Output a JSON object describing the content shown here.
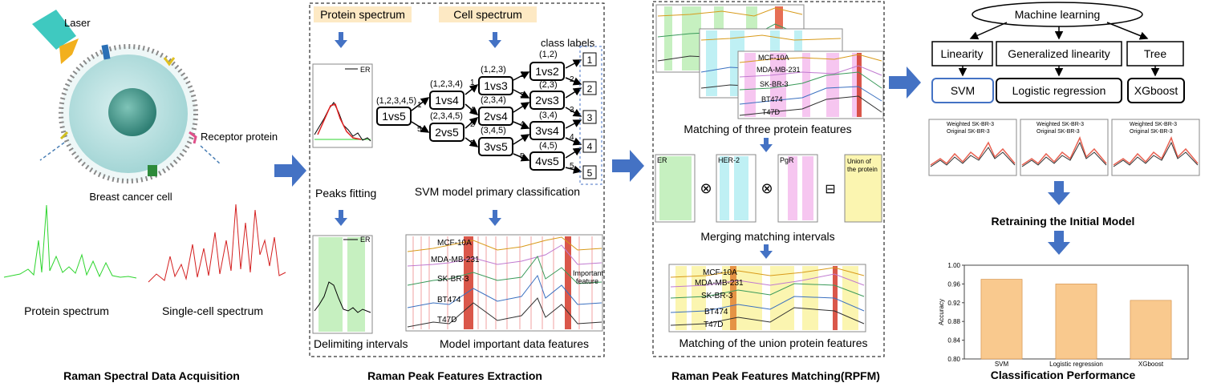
{
  "acquisition": {
    "laser": "Laser",
    "receptor": "Receptor protein",
    "cell": "Breast cancer cell",
    "protein_spectrum": "Protein spectrum",
    "single_cell_spectrum": "Single-cell spectrum",
    "title": "Raman Spectral Data Acquisition"
  },
  "extraction": {
    "protein_spectrum": "Protein spectrum",
    "cell_spectrum": "Cell spectrum",
    "er": "ER",
    "peaks_fitting": "Peaks fitting",
    "delimiting": "Delimiting intervals",
    "class_labels": "class labels",
    "svm_primary": "SVM model primary classification",
    "model_important": "Model important data features",
    "important_feature": [
      "Important",
      "feature"
    ],
    "title": "Raman Peak Features Extraction",
    "tree": {
      "n1vs5": "1vs5",
      "s12345": "(1,2,3,4,5)",
      "n1vs4": "1vs4",
      "s1234": "(1,2,3,4)",
      "n2vs5": "2vs5",
      "s2345": "(2,3,4,5)",
      "n1vs3": "1vs3",
      "s123": "(1,2,3)",
      "n2vs4": "2vs4",
      "s234": "(2,3,4)",
      "n3vs5": "3vs5",
      "s345": "(3,4,5)",
      "n1vs2": "1vs2",
      "s12": "(1,2)",
      "n2vs3": "2vs3",
      "s23": "(2,3)",
      "n3vs4": "3vs4",
      "s34": "(3,4)",
      "n4vs5": "4vs5",
      "s45": "(4,5)",
      "e1": "1",
      "e2": "2",
      "e3": "3",
      "e4": "4",
      "e5": "5"
    },
    "labels": [
      "1",
      "2",
      "3",
      "4",
      "5"
    ]
  },
  "cell_lines": [
    "MCF-10A",
    "MDA-MB-231",
    "SK-BR-3",
    "BT474",
    "T47D"
  ],
  "matching": {
    "three_features": "Matching of three protein features",
    "er": "ER",
    "her2": "HER-2",
    "pgr": "PgR",
    "union": [
      "Union of",
      "the protein"
    ],
    "merging": "Merging matching intervals",
    "union_features": "Matching of the union protein features",
    "title": "Raman Peak Features Matching(RPFM)"
  },
  "ml": {
    "root": "Machine learning",
    "linearity": "Linearity",
    "generalized": "Generalized linearity",
    "tree": "Tree",
    "svm": "SVM",
    "logistic": "Logistic regression",
    "xgboost": "XGboost",
    "weighted": "Weighted SK-BR-3",
    "original": "Original SK-BR-3",
    "retraining": "Retraining the Initial Model",
    "classification": "Classification Performance"
  },
  "colors": {
    "arrow": "#4472c4",
    "green_band": "#c6f0c0",
    "cyan_band": "#bff0f4",
    "pink_band": "#f6c6f0",
    "yellow_band": "#fbf5b0",
    "bar": "#f9c98e",
    "label_bg": "#fde9c4"
  },
  "chart_data": {
    "type": "bar",
    "categories": [
      "SVM",
      "Logistic regression",
      "XGboost"
    ],
    "values": [
      0.97,
      0.96,
      0.925
    ],
    "ylabel": "Accuracy",
    "ylim": [
      0.8,
      1.0
    ],
    "yticks": [
      "0.80",
      "0.84",
      "0.88",
      "0.92",
      "0.96",
      "1.00"
    ]
  }
}
